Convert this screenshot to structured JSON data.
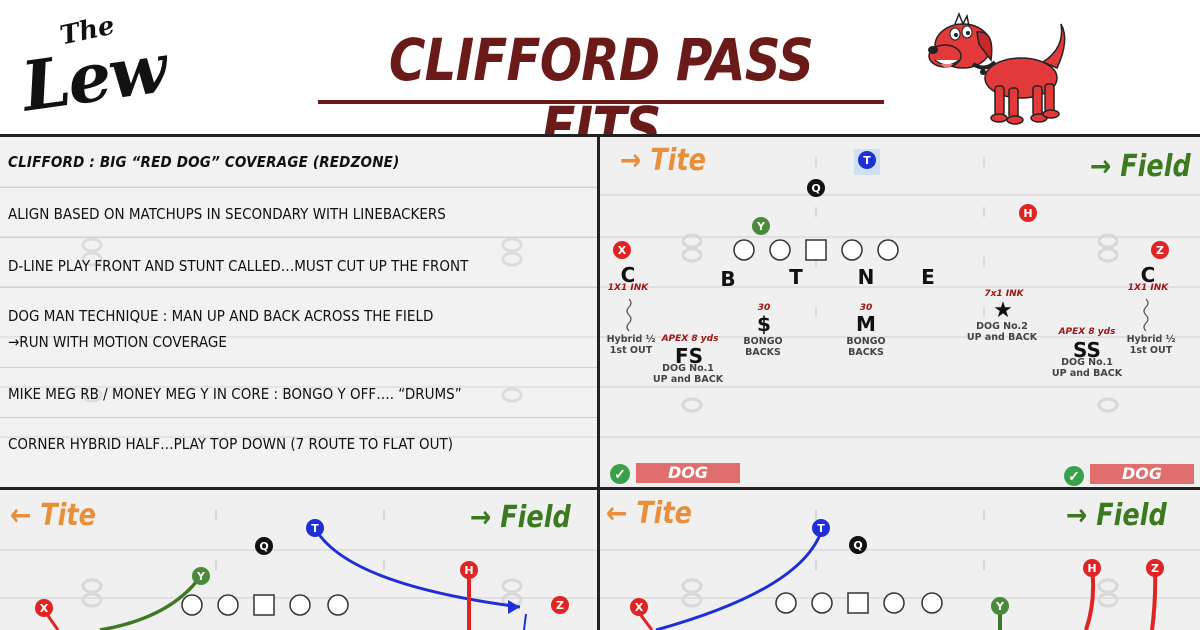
{
  "header": {
    "logo_top": "The",
    "logo_main": "Lew",
    "title": "CLIFFORD PASS FITS"
  },
  "notes": [
    {
      "text": "CLIFFORD : BIG “RED DOG” COVERAGE (REDZONE)",
      "style": "heading"
    },
    {
      "text": "ALIGN BASED ON MATCHUPS IN SECONDARY WITH LINEBACKERS"
    },
    {
      "text": "D-LINE PLAY FRONT AND STUNT CALLED…MUST CUT UP THE FRONT"
    },
    {
      "text": "DOG MAN TECHNIQUE : MAN UP AND BACK ACROSS THE FIELD",
      "text2": "→RUN WITH MOTION COVERAGE"
    },
    {
      "text": "MIKE MEG RB / MONEY MEG Y IN CORE : BONGO Y OFF…. “DRUMS”"
    },
    {
      "text": "CORNER HYBRID HALF…PLAY TOP DOWN (7 ROUTE TO FLAT OUT)"
    }
  ],
  "panel_main": {
    "tite_label": "→ Tite",
    "field_label": "→ Field",
    "offense": [
      "T",
      "Q",
      "Y",
      "H",
      "X",
      "Z"
    ],
    "defense": {
      "c_left": "C",
      "c_right": "C",
      "b": "B",
      "t": "T",
      "n": "N",
      "e": "E",
      "dollar": "$",
      "m": "M",
      "fs": "FS",
      "ss": "SS",
      "star": "★"
    },
    "notes": {
      "ink_left": "1X1 INK",
      "ink_right": "1X1 INK",
      "ink_mid": "7x1 INK",
      "hybrid_left_1": "Hybrid ½",
      "hybrid_left_2": "1st OUT",
      "hybrid_right_1": "Hybrid ½",
      "hybrid_right_2": "1st OUT",
      "apex_left": "APEX 8 yds",
      "apex_right": "APEX 8 yds",
      "dog1_left_1": "DOG No.1",
      "dog1_left_2": "UP and BACK",
      "dog1_right_1": "DOG No.1",
      "dog1_right_2": "UP and BACK",
      "dog2_1": "DOG No.2",
      "dog2_2": "UP and BACK",
      "bongo_dollar_num": "30",
      "bongo_dollar_1": "BONGO",
      "bongo_dollar_2": "BACKS",
      "bongo_m_num": "30",
      "bongo_m_1": "BONGO",
      "bongo_m_2": "BACKS"
    },
    "dog_left": "DOG",
    "dog_right": "DOG"
  },
  "panel_bl": {
    "tite_label": "← Tite",
    "field_label": "→ Field",
    "offense": [
      "T",
      "Q",
      "Y",
      "H",
      "X",
      "Z"
    ]
  },
  "panel_br": {
    "tite_label": "← Tite",
    "field_label": "→ Field",
    "offense": [
      "T",
      "Q",
      "Y",
      "H",
      "X",
      "Z"
    ]
  },
  "colors": {
    "title": "#6b1a1a",
    "tite": "#e98f3a",
    "field": "#3c7a1f",
    "red_player": "#e02424",
    "blue_player": "#1f2fd6",
    "green_player": "#4a8a3a",
    "dog_bar": "#e06e6e"
  }
}
